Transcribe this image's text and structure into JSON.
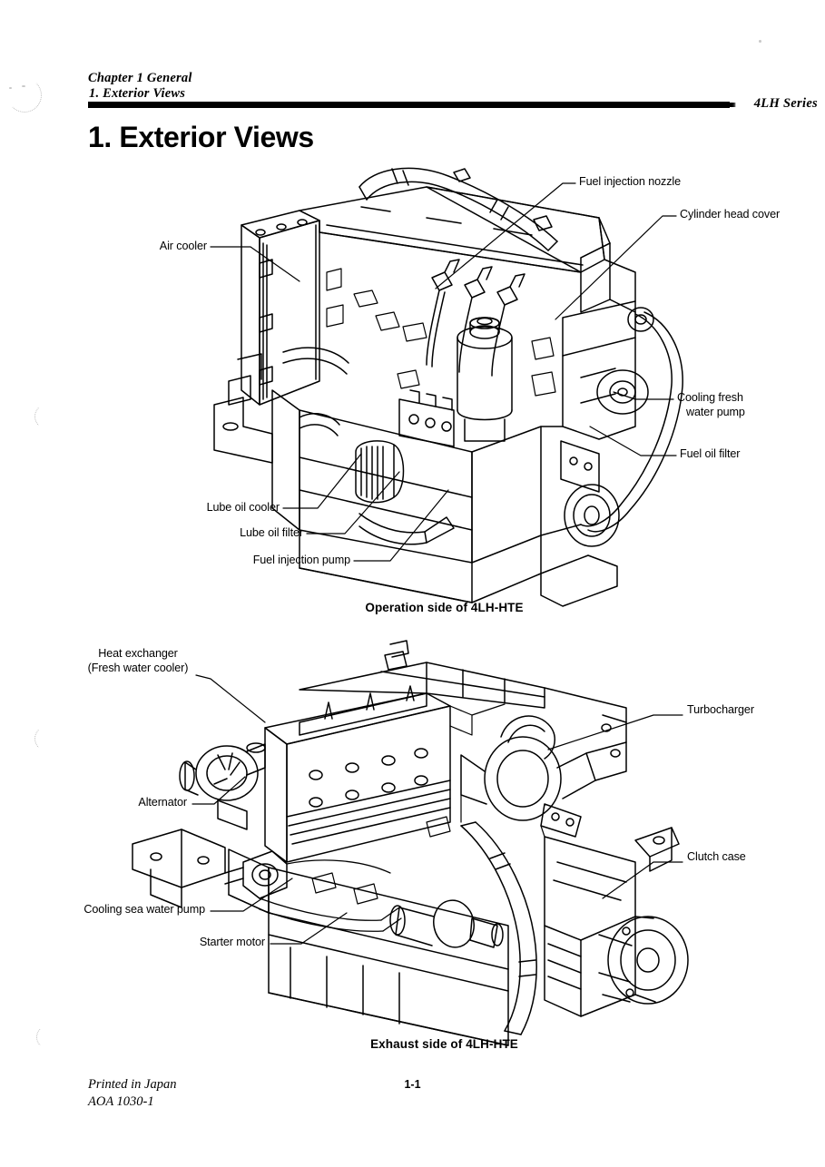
{
  "header": {
    "chapter": "Chapter 1 General",
    "section": "1.  Exterior Views",
    "series": "4LH  Series"
  },
  "heading": "1. Exterior Views",
  "figures": [
    {
      "id": "operation-side",
      "caption": "Operation side of 4LH-HTE",
      "callouts": [
        {
          "name": "air-cooler",
          "text": "Air cooler"
        },
        {
          "name": "fuel-injection-nozzle",
          "text": "Fuel injection nozzle"
        },
        {
          "name": "cylinder-head-cover",
          "text": "Cylinder head cover"
        },
        {
          "name": "cooling-fresh-water-pump-l1",
          "text": "Cooling fresh"
        },
        {
          "name": "cooling-fresh-water-pump-l2",
          "text": "water pump"
        },
        {
          "name": "fuel-oil-filter",
          "text": "Fuel oil filter"
        },
        {
          "name": "lube-oil-cooler",
          "text": "Lube oil cooler"
        },
        {
          "name": "lube-oil-filter",
          "text": "Lube oil filter"
        },
        {
          "name": "fuel-injection-pump",
          "text": "Fuel injection pump"
        }
      ]
    },
    {
      "id": "exhaust-side",
      "caption": "Exhaust side of 4LH-HTE",
      "callouts": [
        {
          "name": "heat-exchanger-l1",
          "text": "Heat exchanger"
        },
        {
          "name": "heat-exchanger-l2",
          "text": "(Fresh water cooler)"
        },
        {
          "name": "turbocharger",
          "text": "Turbocharger"
        },
        {
          "name": "alternator",
          "text": "Alternator"
        },
        {
          "name": "clutch-case",
          "text": "Clutch case"
        },
        {
          "name": "cooling-sea-water-pump",
          "text": "Cooling sea water pump"
        },
        {
          "name": "starter-motor",
          "text": "Starter motor"
        }
      ]
    }
  ],
  "footer": {
    "printed": "Printed in Japan",
    "code": "AOA 1030-1",
    "page": "1-1"
  }
}
